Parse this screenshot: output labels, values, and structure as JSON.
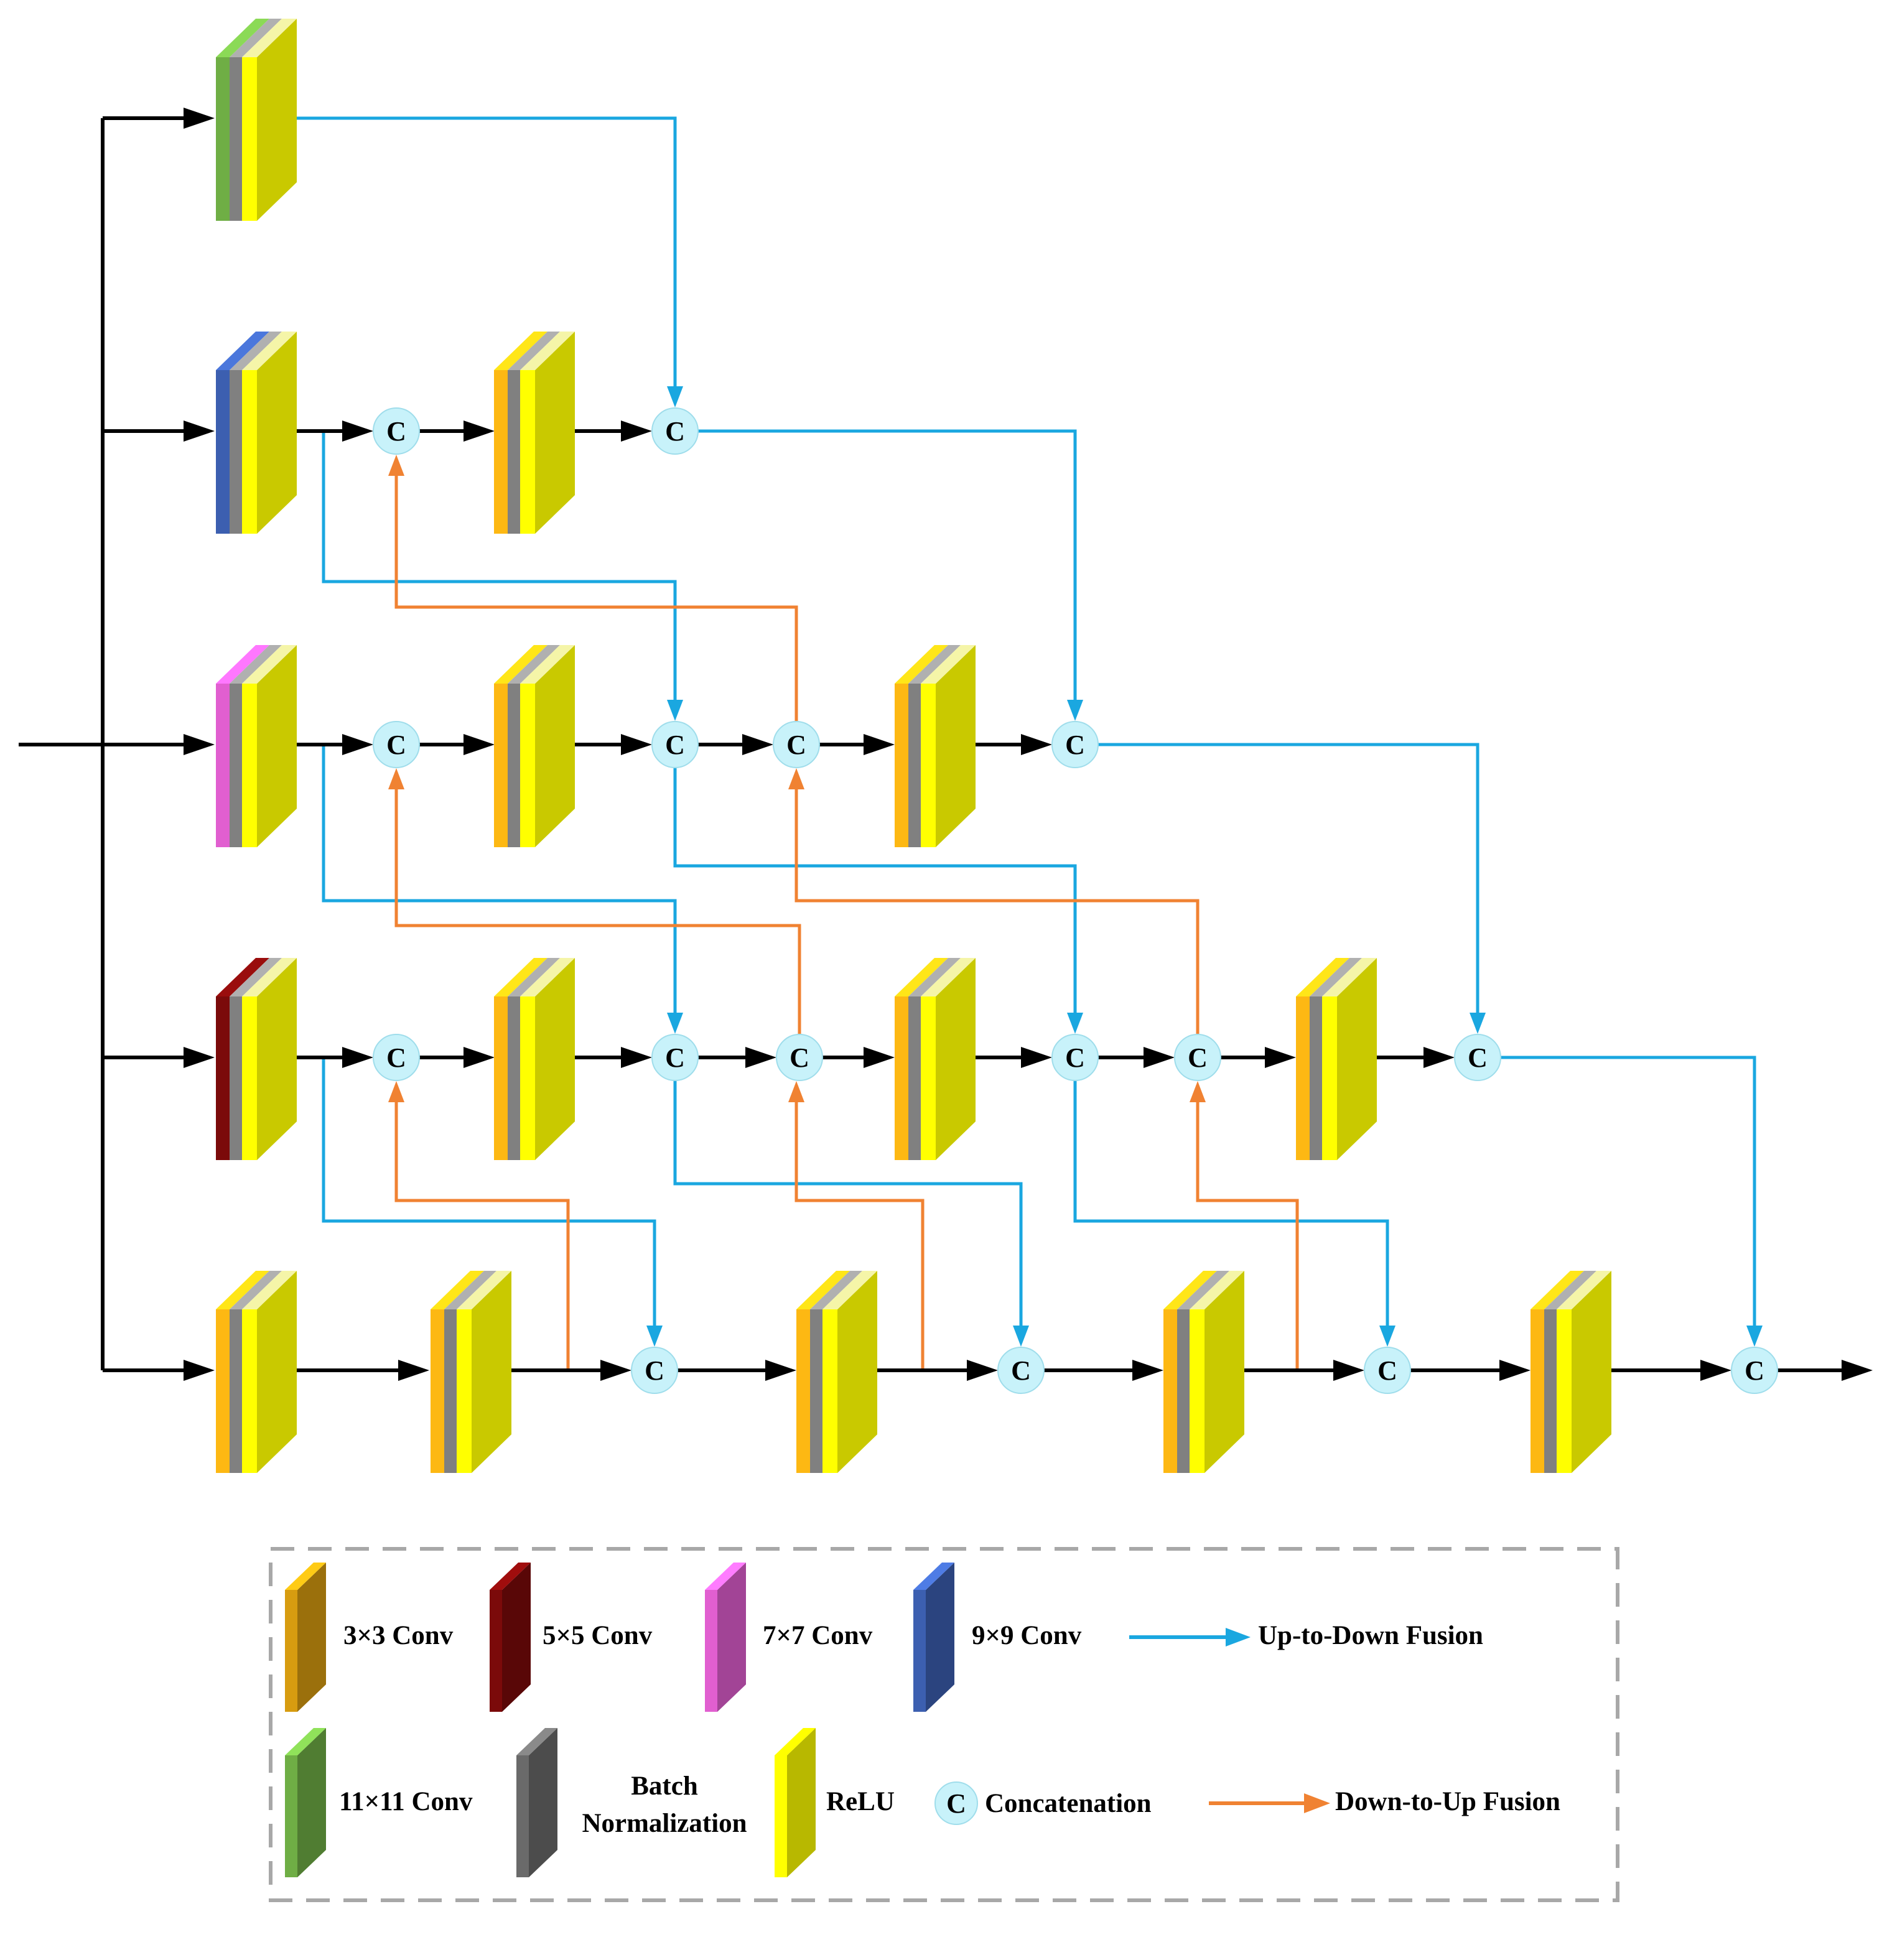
{
  "colors": {
    "conv3": "#FDB813",
    "conv5": "#7B0A0A",
    "conv7": "#E15FD0",
    "conv9": "#3C5FB0",
    "conv11": "#6FAE45",
    "bn": "#808080",
    "relu_face": "#FFFF00",
    "relu_side": "#C9C900",
    "concat_fill": "#C8F2FA",
    "up_to_down": "#1AA7E0",
    "down_to_up": "#F08232",
    "arrow": "#000000",
    "legend_border": "#A8A8A8"
  },
  "nodes": {
    "concat_label": "C"
  },
  "legend": {
    "conv3": "3×3 Conv",
    "conv5": "5×5 Conv",
    "conv7": "7×7 Conv",
    "conv9": "9×9 Conv",
    "conv11": "11×11 Conv",
    "bn_line1": "Batch",
    "bn_line2": "Normalization",
    "relu": "ReLU",
    "concat": "Concatenation",
    "up_to_down": "Up-to-Down Fusion",
    "down_to_up": "Down-to-Up Fusion"
  }
}
